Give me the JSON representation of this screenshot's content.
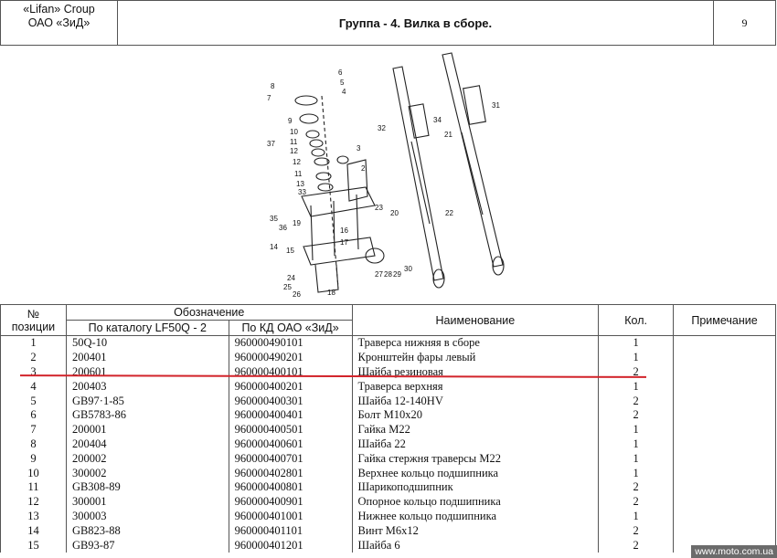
{
  "header": {
    "company_line1": "«Lifan» Croup",
    "company_line2": "ОАО «ЗиД»",
    "title": "Группа - 4. Вилка в сборе.",
    "page_number": "9"
  },
  "diagram": {
    "callouts": [
      "6",
      "5",
      "4",
      "8",
      "7",
      "9",
      "10",
      "11",
      "12",
      "37",
      "12",
      "11",
      "13",
      "33",
      "3",
      "2",
      "23",
      "35",
      "36",
      "19",
      "16",
      "17",
      "14",
      "15",
      "24",
      "25",
      "26",
      "18",
      "27",
      "28",
      "29",
      "30",
      "32",
      "34",
      "21",
      "31",
      "20",
      "22"
    ]
  },
  "table": {
    "headers": {
      "pos": "№ позиции",
      "pos_l1": "№",
      "pos_l2": "позиции",
      "designation": "Обозначение",
      "catalog": "По каталогу LF50Q - 2",
      "kd": "По КД ОАО «ЗиД»",
      "name": "Наименование",
      "qty": "Кол.",
      "note": "Примечание"
    },
    "rows": [
      {
        "pos": "1",
        "catalog": "50Q-10",
        "kd": "960000490101",
        "name": "Траверса нижняя в сборе",
        "qty": "1"
      },
      {
        "pos": "2",
        "catalog": "200401",
        "kd": "960000490201",
        "name": "Кронштейн фары левый",
        "qty": "1"
      },
      {
        "pos": "3",
        "catalog": "200601",
        "kd": "960000400101",
        "name": "Шайба резиновая",
        "qty": "2"
      },
      {
        "pos": "4",
        "catalog": "200403",
        "kd": "960000400201",
        "name": "Траверса верхняя",
        "qty": "1"
      },
      {
        "pos": "5",
        "catalog": "GB97·1-85",
        "kd": "960000400301",
        "name": "Шайба 12-140HV",
        "qty": "2"
      },
      {
        "pos": "6",
        "catalog": "GB5783-86",
        "kd": "960000400401",
        "name": "Болт М10х20",
        "qty": "2"
      },
      {
        "pos": "7",
        "catalog": "200001",
        "kd": "960000400501",
        "name": "Гайка М22",
        "qty": "1"
      },
      {
        "pos": "8",
        "catalog": "200404",
        "kd": "960000400601",
        "name": "Шайба 22",
        "qty": "1"
      },
      {
        "pos": "9",
        "catalog": "200002",
        "kd": "960000400701",
        "name": "Гайка стержня траверсы  М22",
        "qty": "1"
      },
      {
        "pos": "10",
        "catalog": "300002",
        "kd": "960000402801",
        "name": "Верхнее кольцо подшипника",
        "qty": "1"
      },
      {
        "pos": "11",
        "catalog": "GB308-89",
        "kd": "960000400801",
        "name": "Шарикоподшипник",
        "qty": "2"
      },
      {
        "pos": "12",
        "catalog": "300001",
        "kd": "960000400901",
        "name": "Опорное кольцо подшипника",
        "qty": "2"
      },
      {
        "pos": "13",
        "catalog": "300003",
        "kd": "960000401001",
        "name": "Нижнее кольцо подшипника",
        "qty": "1"
      },
      {
        "pos": "14",
        "catalog": "GB823-88",
        "kd": "960000401101",
        "name": "Винт М6х12",
        "qty": "2"
      },
      {
        "pos": "15",
        "catalog": "GB93-87",
        "kd": "960000401201",
        "name": "Шайба 6",
        "qty": "2"
      }
    ]
  },
  "highlight_color": "#d2232a",
  "watermark": "www.moto.com.ua"
}
